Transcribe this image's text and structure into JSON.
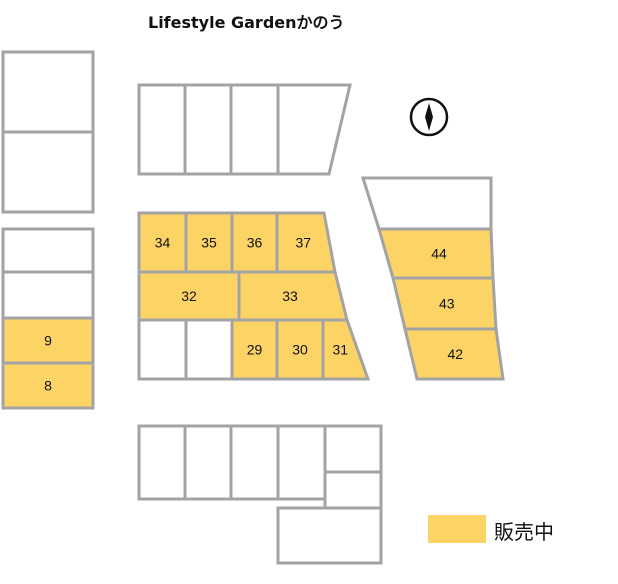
{
  "title": "Lifestyle Gardenかのう",
  "legend": {
    "label": "販売中",
    "color": "#fcd466"
  },
  "colors": {
    "for_sale": "#fcd466",
    "border": "#a3a3a3",
    "empty": "#ffffff"
  },
  "compass": {
    "icon": "compass-north-icon"
  },
  "lots": [
    {
      "label": "",
      "status": "empty"
    },
    {
      "label": "",
      "status": "empty"
    },
    {
      "label": "",
      "status": "empty"
    },
    {
      "label": "",
      "status": "empty"
    },
    {
      "label": "9",
      "status": "for_sale"
    },
    {
      "label": "8",
      "status": "for_sale"
    },
    {
      "label": "",
      "status": "empty"
    },
    {
      "label": "",
      "status": "empty"
    },
    {
      "label": "",
      "status": "empty"
    },
    {
      "label": "",
      "status": "empty"
    },
    {
      "label": "34",
      "status": "for_sale"
    },
    {
      "label": "35",
      "status": "for_sale"
    },
    {
      "label": "36",
      "status": "for_sale"
    },
    {
      "label": "37",
      "status": "for_sale"
    },
    {
      "label": "32",
      "status": "for_sale"
    },
    {
      "label": "33",
      "status": "for_sale"
    },
    {
      "label": "",
      "status": "empty"
    },
    {
      "label": "",
      "status": "empty"
    },
    {
      "label": "29",
      "status": "for_sale"
    },
    {
      "label": "30",
      "status": "for_sale"
    },
    {
      "label": "31",
      "status": "for_sale"
    },
    {
      "label": "",
      "status": "empty"
    },
    {
      "label": "44",
      "status": "for_sale"
    },
    {
      "label": "43",
      "status": "for_sale"
    },
    {
      "label": "42",
      "status": "for_sale"
    },
    {
      "label": "",
      "status": "empty"
    },
    {
      "label": "",
      "status": "empty"
    },
    {
      "label": "",
      "status": "empty"
    },
    {
      "label": "",
      "status": "empty"
    },
    {
      "label": "",
      "status": "empty"
    },
    {
      "label": "",
      "status": "empty"
    },
    {
      "label": "",
      "status": "empty"
    }
  ]
}
